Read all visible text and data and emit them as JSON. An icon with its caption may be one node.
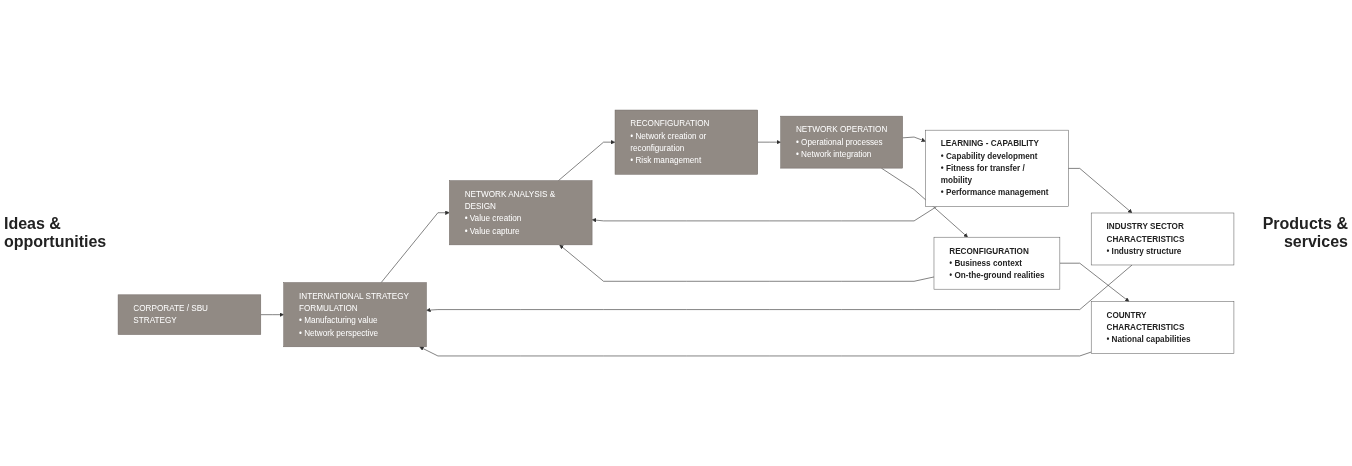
{
  "diagram": {
    "nodes": [
      {
        "text": [
          "CORPORATE / SBU STRATEGY"
        ]
      },
      {
        "text": [
          "INTERNATIONAL STRATEGY FORMULATION",
          "• Manufacturing value",
          "• Network perspective"
        ]
      },
      {
        "text": [
          "NETWORK ANALYSIS & DESIGN",
          "• Value creation",
          "• Value capture"
        ]
      },
      {
        "text": [
          "RECONFIGURATION",
          "• Network creation or reconfiguration",
          "• Risk management"
        ]
      },
      {
        "text": [
          "NETWORK OPERATION",
          "• Operational processes",
          "• Network integration"
        ]
      },
      {
        "text": [
          "INDUSTRY SECTOR CHARACTERISTICS",
          "• Industry structure"
        ]
      },
      {
        "text": [
          "LEARNING - CAPABILITY",
          "• Capability development",
          "• Fitness for transfer / mobility",
          "• Performance management"
        ]
      },
      {
        "text": [
          "COUNTRY CHARACTERISTICS",
          "• National capabilities"
        ]
      },
      {
        "text": [
          "RECONFIGURATION",
          "• Business context",
          "• On-the-ground realities"
        ]
      }
    ],
    "edges": [
      {
        "from": 0,
        "to": 1,
        "arrow": "to"
      },
      {
        "from": 1,
        "to": 2,
        "arrow": "to"
      },
      {
        "from": 2,
        "to": 3,
        "arrow": "to"
      },
      {
        "from": 3,
        "to": 4,
        "arrow": "to"
      },
      {
        "from": 5,
        "to": 1,
        "arrow": "to"
      },
      {
        "from": 6,
        "to": 5,
        "arrow": "to"
      },
      {
        "from": 6,
        "to": 2,
        "arrow": "to"
      },
      {
        "from": 7,
        "to": 1,
        "arrow": "to"
      },
      {
        "from": 8,
        "to": 7,
        "arrow": "to"
      },
      {
        "from": 8,
        "to": 2,
        "arrow": "to"
      },
      {
        "from": 4,
        "to": 6,
        "arrow": "to"
      },
      {
        "from": 4,
        "to": 8,
        "arrow": "to"
      }
    ],
    "labels": [
      "Ideas & opportunities",
      "Products & services"
    ]
  }
}
